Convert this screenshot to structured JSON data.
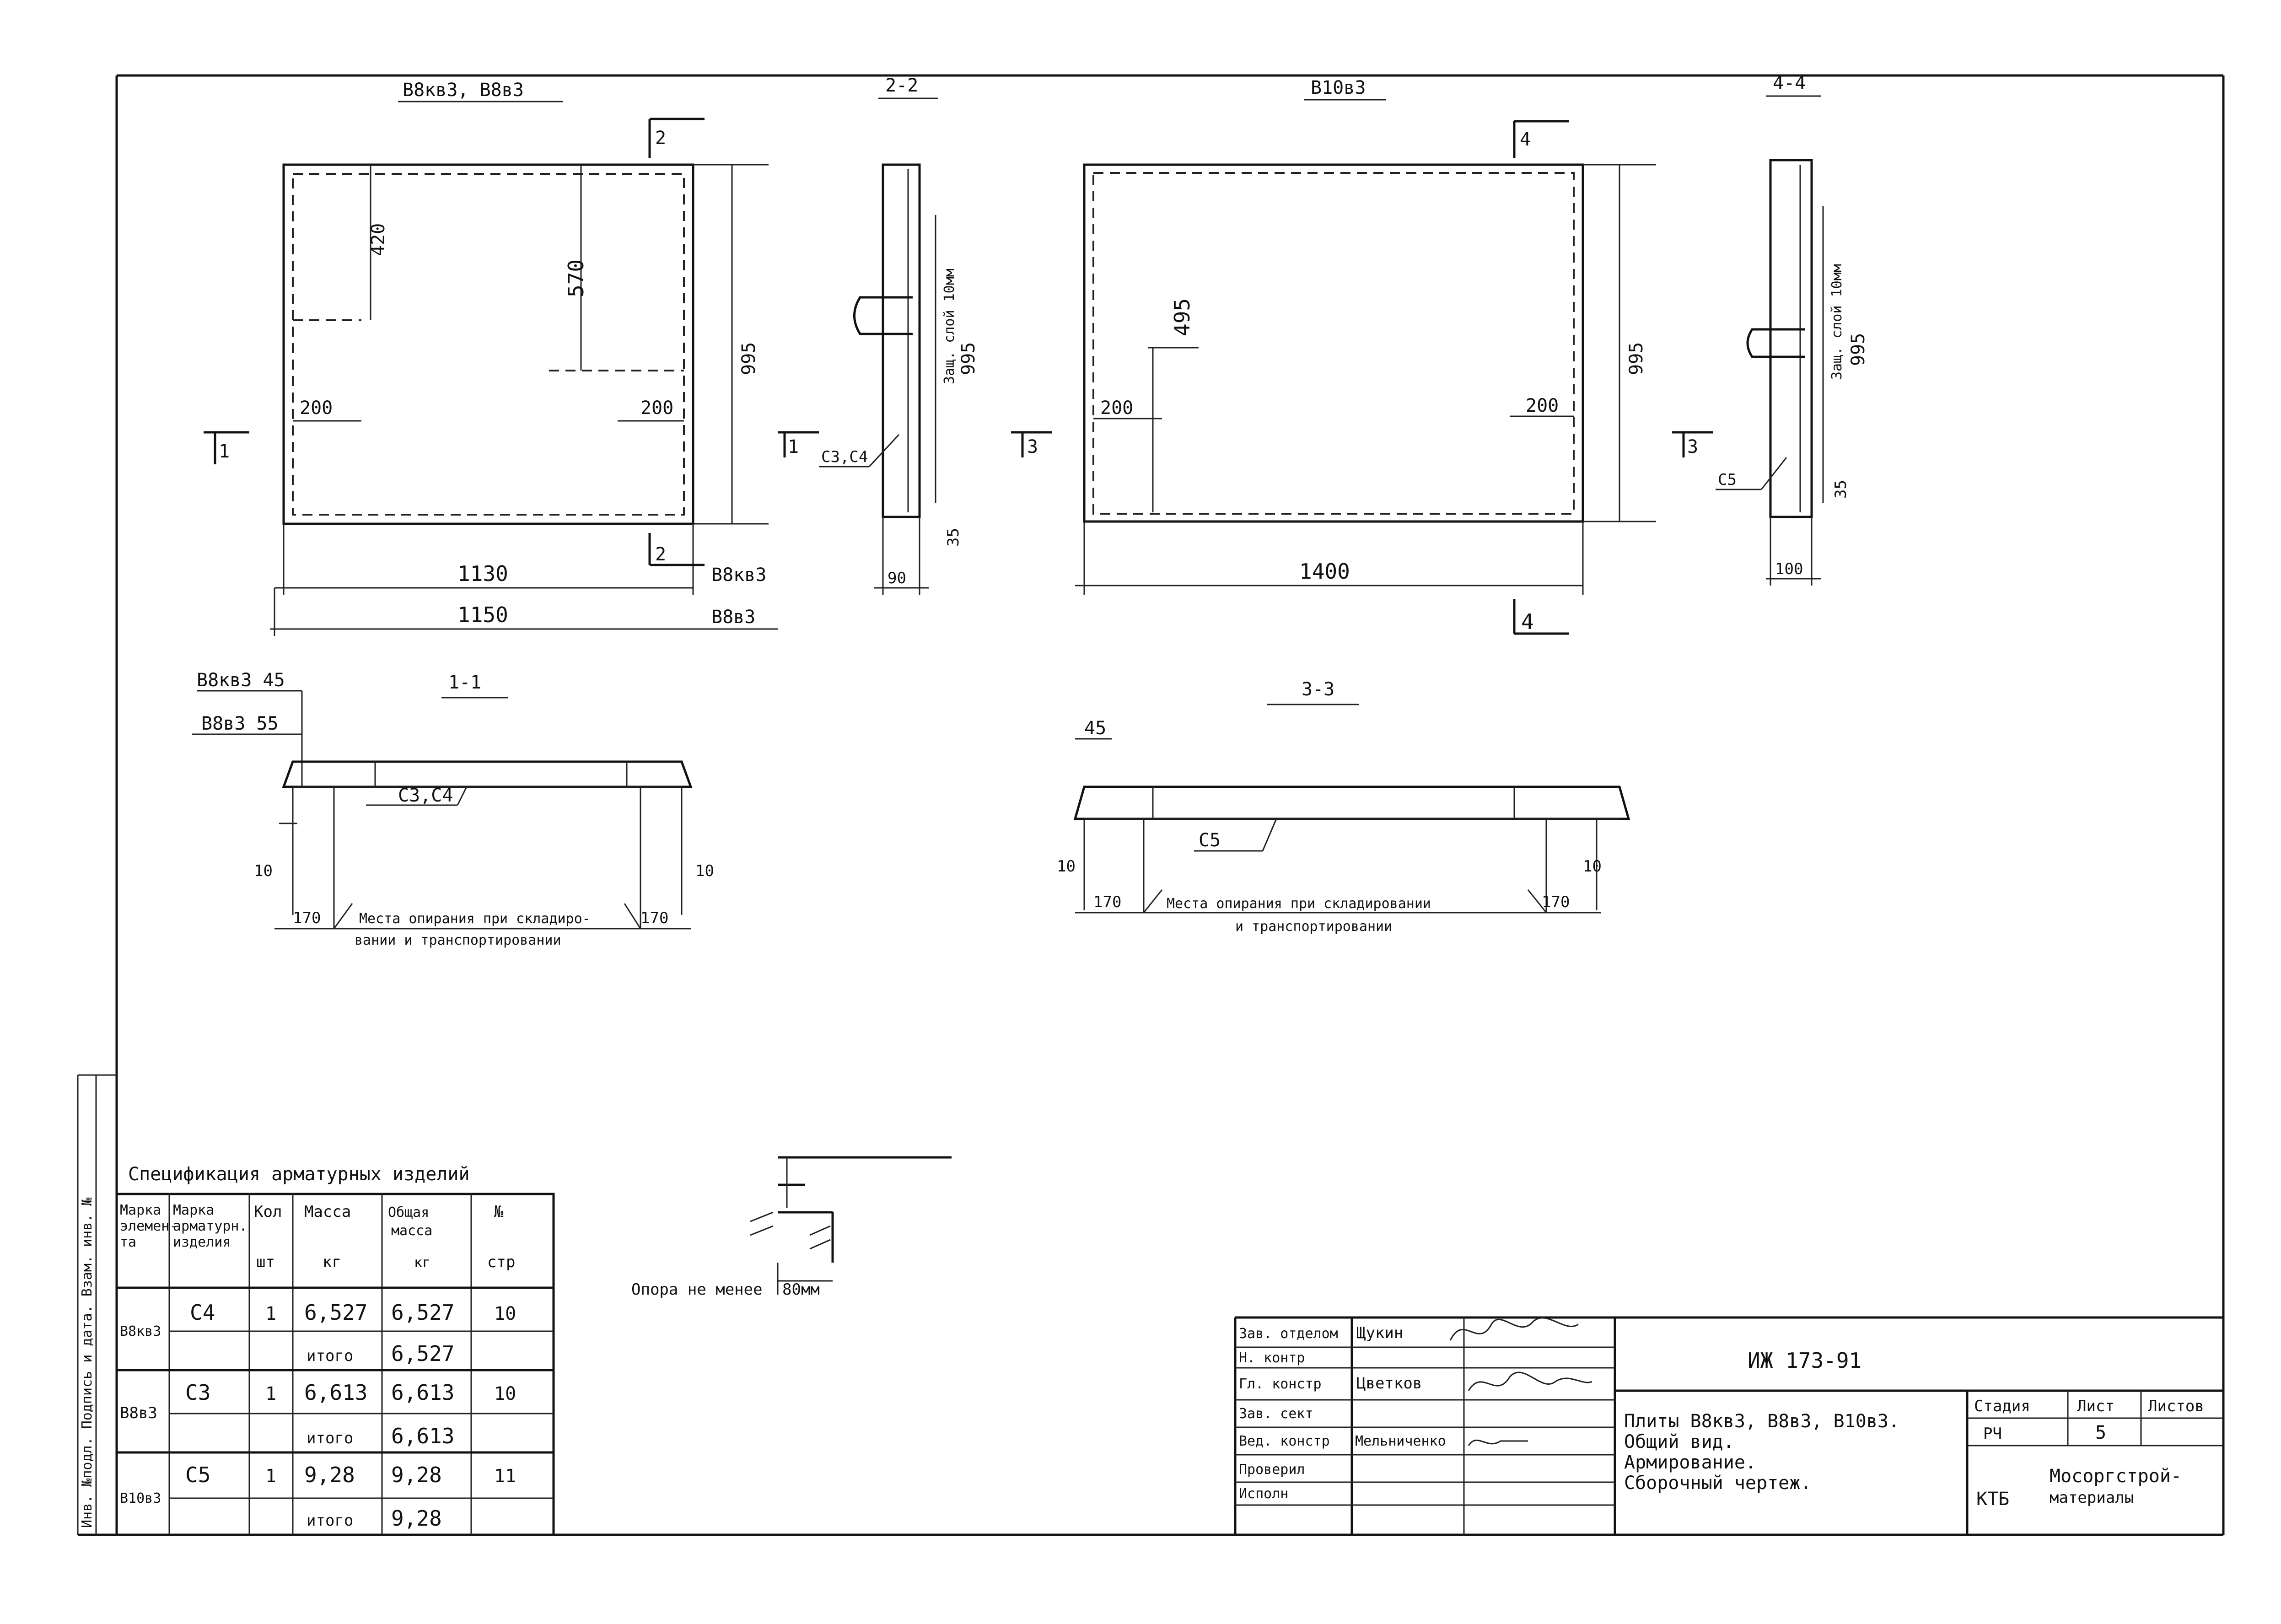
{
  "views": {
    "plan1": {
      "title": "B8кв3, B8в3",
      "dim_420": "420",
      "dim_570": "570",
      "dim_200a": "200",
      "dim_200b": "200",
      "dim_995": "995",
      "dim_1130": "1130",
      "dim_1150": "1150",
      "label_b8kv3": "B8кв3",
      "label_b8v3": "B8в3"
    },
    "sec22": {
      "title": "2-2",
      "note": "Защ. слой 10мм",
      "dim_995": "995",
      "dim_35": "35",
      "dim_90": "90",
      "callout": "С3,С4"
    },
    "plan2": {
      "title": "B10в3",
      "dim_495": "495",
      "dim_200a": "200",
      "dim_200b": "200",
      "dim_995": "995",
      "dim_1400": "1400"
    },
    "sec44": {
      "title": "4-4",
      "note": "Защ. слой 10мм",
      "dim_995": "995",
      "dim_35": "35",
      "dim_100": "100",
      "callout": "С5"
    },
    "sec11": {
      "title": "1-1",
      "label_45": "B8кв3 45",
      "label_55": "B8в3 55",
      "callout": "С3,С4",
      "dim_10a": "10",
      "dim_10b": "10",
      "dim_170a": "170",
      "dim_170b": "170",
      "note1": "Места опирания при складиро-",
      "note2": "вании и транспортировании"
    },
    "sec33": {
      "title": "3-3",
      "dim_45": "45",
      "callout": "С5",
      "dim_10a": "10",
      "dim_10b": "10",
      "dim_170a": "170",
      "dim_170b": "170",
      "note1": "Места опирания при складировании",
      "note2": "и транспортировании"
    },
    "cut_marks": {
      "c1": "1",
      "c2": "2",
      "c3": "3",
      "c4": "4"
    },
    "support": {
      "label": "Опора не менее",
      "value": "80мм"
    }
  },
  "spec_table": {
    "title": "Спецификация арматурных изделий",
    "headers": [
      "Марка элемента",
      "Марка арматурн. изделия",
      "Кол шт",
      "Масса кг",
      "Общая масса кг",
      "№ стр"
    ],
    "rows": [
      {
        "elem": "B8кв3",
        "item": "С4",
        "qty": "1",
        "mass": "6,527",
        "total": "6,527",
        "page": "10",
        "sum_label": "итого",
        "sum_total": "6,527"
      },
      {
        "elem": "B8в3",
        "item": "С3",
        "qty": "1",
        "mass": "6,613",
        "total": "6,613",
        "page": "10",
        "sum_label": "итого",
        "sum_total": "6,613"
      },
      {
        "elem": "B10в3",
        "item": "С5",
        "qty": "1",
        "mass": "9,28",
        "total": "9,28",
        "page": "11",
        "sum_label": "итого",
        "sum_total": "9,28"
      }
    ]
  },
  "side_stamp": {
    "text": "Инв. №подл. Подпись и дата. Взам. инв. №"
  },
  "title_block": {
    "doc_code": "ИЖ 173-91",
    "roles": [
      {
        "role": "Зав. отделом",
        "name": "Щукин"
      },
      {
        "role": "Н. контр",
        "name": ""
      },
      {
        "role": "Гл. констр",
        "name": "Цветков"
      },
      {
        "role": "Зав. сект",
        "name": ""
      },
      {
        "role": "Вед. констр",
        "name": "Мельниченко"
      },
      {
        "role": "Проверил",
        "name": ""
      },
      {
        "role": "Исполн",
        "name": ""
      }
    ],
    "description": [
      "Плиты B8кв3, B8в3, B10в3.",
      "Общий вид.",
      "Армирование.",
      "Сборочный чертеж."
    ],
    "stage_label": "Стадия",
    "sheet_label": "Лист",
    "sheets_label": "Листов",
    "stage": "РЧ",
    "sheet": "5",
    "sheets": "",
    "org_left": "КТБ",
    "org_right1": "Мосоргстрой-",
    "org_right2": "материалы"
  }
}
